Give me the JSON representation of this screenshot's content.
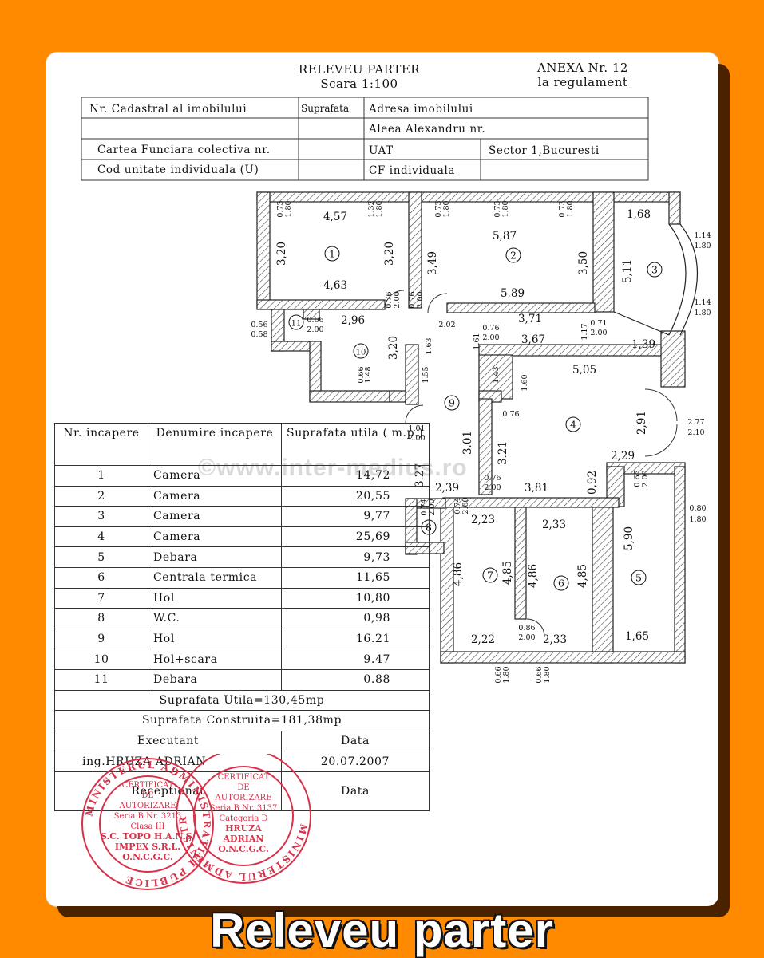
{
  "header": {
    "title": "RELEVEU PARTER",
    "scale": "Scara 1:100",
    "annex": "ANEXA Nr. 12",
    "annex_sub": "la regulament"
  },
  "info": {
    "cadastral": "Nr. Cadastral al imobilului",
    "surface": "Suprafata",
    "address_label": "Adresa imobilului",
    "address": "Aleea Alexandru nr.",
    "carte": "Cartea Funciara colectiva nr.",
    "uat": "UAT",
    "sector": "Sector 1,Bucuresti",
    "cod": "Cod unitate individuala (U)",
    "cf": "CF individuala"
  },
  "plan": {
    "dims": [
      "4,57",
      "0.73",
      "1.80",
      "1.32",
      "1.80",
      "3,20",
      "3,20",
      "4,63",
      "0.76",
      "2.00",
      "5,87",
      "0.73",
      "1.80",
      "0.73",
      "1.80",
      "0.73",
      "1.80",
      "3,49",
      "3,50",
      "5,89",
      "1,68",
      "5,11",
      "1.14",
      "1.80",
      "1.14",
      "1.80",
      "2,96",
      "0.66",
      "2.00",
      "0.56",
      "0.58",
      "3,20",
      "0.66",
      "1.48",
      "0.76",
      "2.00",
      "2.02",
      "1.63",
      "1.61",
      "3,71",
      "0.76",
      "2.00",
      "1.17",
      "0.71",
      "2.00",
      "3,67",
      "1,39",
      "1.55",
      "1.43",
      "1.60",
      "5,05",
      "0.76",
      "1.01",
      "2.00",
      "2,91",
      "2.77",
      "2.10",
      "3.27",
      "3.01",
      "3.21",
      "2,29",
      "2,39",
      "0.76",
      "2.00",
      "3,81",
      "0,92",
      "0.74",
      "2.00",
      "0.65",
      "2.00",
      "0.74",
      "2.00",
      "2,23",
      "2,33",
      "0.80",
      "1.80",
      "5,90",
      "4,86",
      "4,85",
      "4,86",
      "4,85",
      "0.86",
      "2.00",
      "2,22",
      "2,33",
      "1,65",
      "0.66",
      "1.80",
      "0.66",
      "1.80"
    ],
    "room_numbers": [
      "1",
      "2",
      "3",
      "4",
      "5",
      "6",
      "7",
      "8",
      "9",
      "10",
      "11"
    ]
  },
  "rooms_table": {
    "col_nr": "Nr. incapere",
    "col_name": "Denumire incapere",
    "col_area": "Suprafata utila ( m.p.)",
    "rows": [
      {
        "nr": "1",
        "name": "Camera",
        "area": "14,72"
      },
      {
        "nr": "2",
        "name": "Camera",
        "area": "20,55"
      },
      {
        "nr": "3",
        "name": "Camera",
        "area": "9,77"
      },
      {
        "nr": "4",
        "name": "Camera",
        "area": "25,69"
      },
      {
        "nr": "5",
        "name": "Debara",
        "area": "9,73"
      },
      {
        "nr": "6",
        "name": "Centrala termica",
        "area": "11,65"
      },
      {
        "nr": "7",
        "name": "Hol",
        "area": "10,80"
      },
      {
        "nr": "8",
        "name": "W.C.",
        "area": "0,98"
      },
      {
        "nr": "9",
        "name": "Hol",
        "area": "16.21"
      },
      {
        "nr": "10",
        "name": "Hol+scara",
        "area": "9.47"
      },
      {
        "nr": "11",
        "name": "Debara",
        "area": "0.88"
      }
    ],
    "suprafata_utila": "Suprafata Utila=130,45mp",
    "suprafata_construita": "Suprafata Construita=181,38mp",
    "executant_label": "Executant",
    "data_label": "Data",
    "executant": "ing.HRUZA ADRIAN",
    "date": "20.07.2007",
    "receptionat": "Receptionat",
    "data_label2": "Data"
  },
  "stamps": {
    "left_ring": "MINISTERUL ADMINISTRATIEI PUBLICE",
    "left_lines": [
      "CERTIFICAT",
      "DE",
      "AUTORIZARE",
      "Seria B Nr. 3213",
      "Clasa III",
      "S.C. TOPO H.A.N.S.",
      "IMPEX S.R.L.",
      "O.N.C.G.C."
    ],
    "right_ring": "MINISTERUL ADMINISTRATIEI PUBLICE",
    "right_lines": [
      "CERTIFICAT",
      "DE",
      "AUTORIZARE",
      "Seria B Nr. 3137",
      "Categoria D",
      "HRUZA",
      "ADRIAN",
      "O.N.C.G.C."
    ],
    "color": "#d8324a"
  },
  "watermark": "©www.inter-medius.ro",
  "caption": "Releveu parter"
}
